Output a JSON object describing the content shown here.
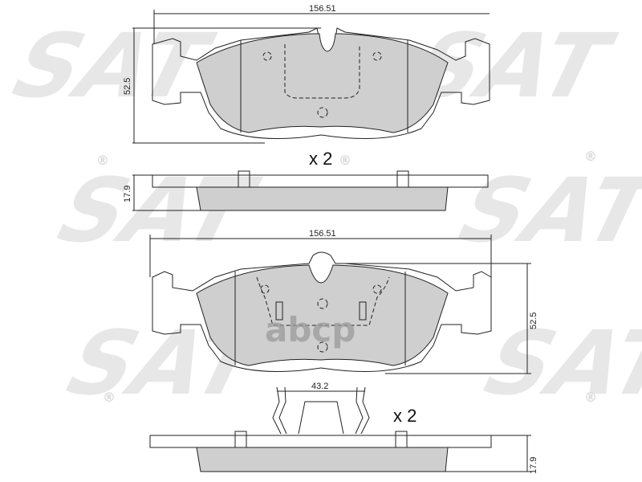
{
  "top_pad": {
    "width_label": "156.51",
    "height_label": "52.5",
    "quantity_label": "x 2",
    "thickness_label": "17.9"
  },
  "bottom_pad": {
    "width_label": "156.51",
    "height_label": "52.5",
    "clip_width_label": "43.2",
    "quantity_label": "x 2",
    "thickness_label": "17.9"
  },
  "watermarks": {
    "brand": "SAT",
    "registered": "®",
    "center": "abcp"
  },
  "colors": {
    "friction": "#cfcfcf",
    "lines": "#222222",
    "watermark": "#d4d4d4"
  }
}
